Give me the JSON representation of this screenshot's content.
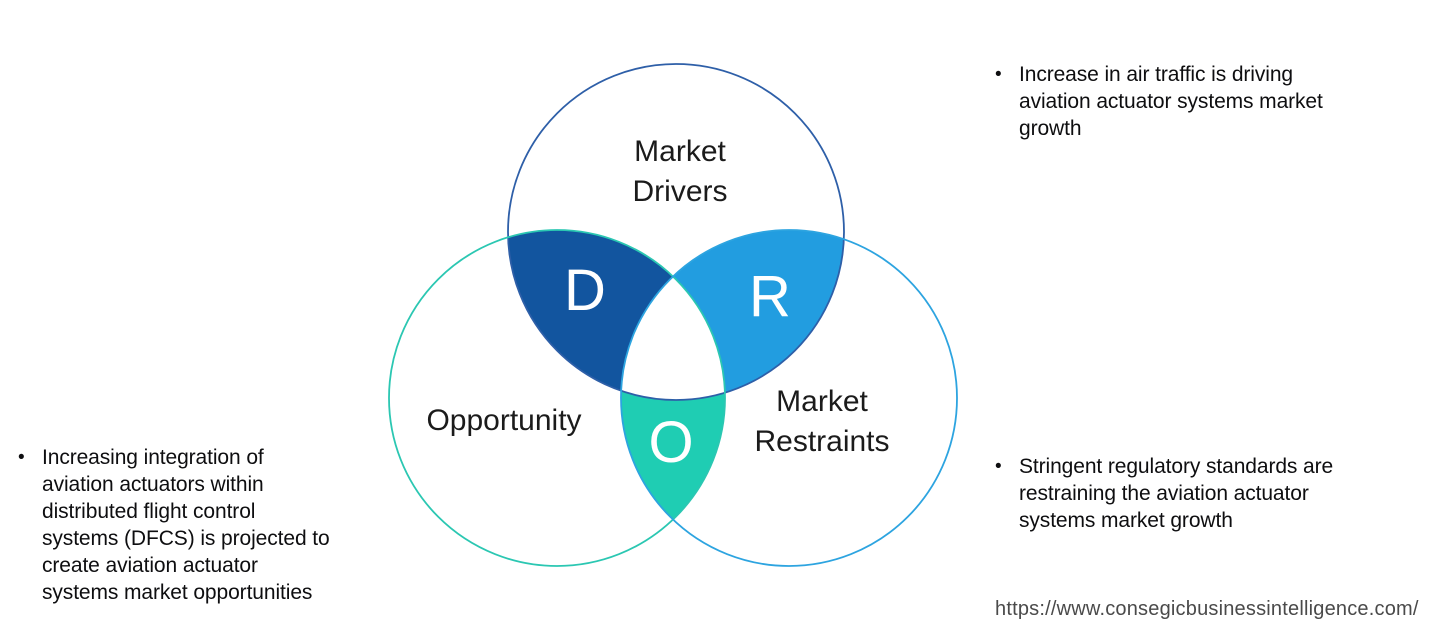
{
  "diagram": {
    "circles": {
      "drivers": {
        "label_lines": [
          "Market",
          "Drivers"
        ],
        "letter": "D",
        "outline_color": "#2e5fa8",
        "overlap_fill": "#12559f"
      },
      "opportunity": {
        "label_lines": [
          "Opportunity"
        ],
        "letter": "O",
        "outline_color": "#2bc7b2",
        "overlap_fill": "#1fcdb3"
      },
      "restraints": {
        "label_lines": [
          "Market",
          "Restraints"
        ],
        "letter": "R",
        "outline_color": "#2da4e0",
        "overlap_fill": "#229de0"
      }
    }
  },
  "bullets": {
    "marker": "•",
    "right_top": {
      "lines": [
        "Increase in air traffic is driving",
        "aviation actuator systems market",
        "growth"
      ]
    },
    "left": {
      "lines": [
        "Increasing integration of",
        "aviation actuators within",
        "distributed flight control",
        "systems (DFCS) is projected to",
        "create aviation actuator",
        "systems market opportunities"
      ]
    },
    "right_bottom": {
      "lines": [
        "Stringent regulatory standards are",
        "restraining the aviation actuator",
        "systems market growth"
      ]
    }
  },
  "footer": {
    "url": "https://www.consegicbusinessintelligence.com/"
  }
}
